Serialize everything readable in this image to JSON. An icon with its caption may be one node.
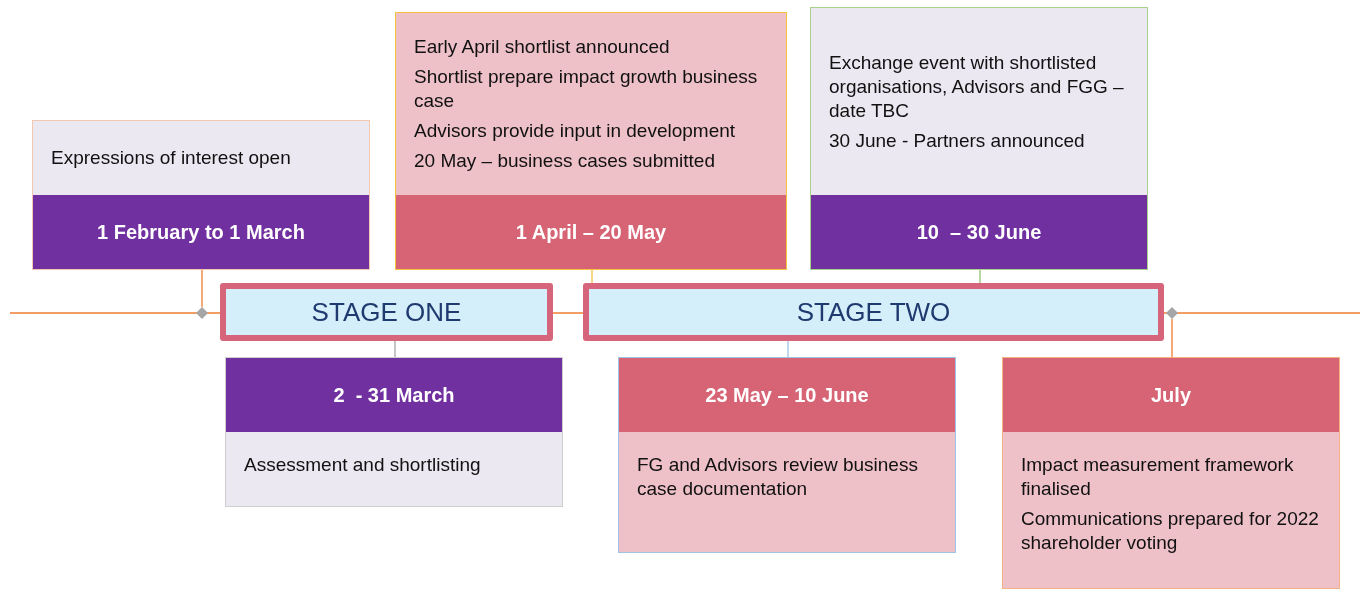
{
  "diagram": {
    "nodes": [
      {
        "text": [
          "Expressions of interest open",
          "1 February to 1 March"
        ]
      },
      {
        "text": [
          "Early April shortlist announced",
          "Shortlist prepare impact growth business case",
          "Advisors provide input in development",
          "20 May – business cases submitted",
          "1 April – 20 May"
        ]
      },
      {
        "text": [
          "Exchange event with shortlisted organisations, Advisors and FGG – date TBC",
          "30 June - Partners announced",
          "10  – 30 June"
        ]
      },
      {
        "text": [
          "STAGE ONE"
        ]
      },
      {
        "text": [
          "STAGE TWO"
        ]
      },
      {
        "text": [
          "2  - 31 March",
          "Assessment and shortlisting"
        ]
      },
      {
        "text": [
          "23 May – 10 June",
          "FG and Advisors review business case documentation"
        ]
      },
      {
        "text": [
          "July",
          "Impact measurement framework finalised",
          "Communications prepared for 2022 shareholder voting"
        ]
      },
      {
        "text": [],
        "shape": "diamond"
      },
      {
        "text": [],
        "shape": "diamond"
      }
    ],
    "edges": [
      {
        "from": 0,
        "to": 8,
        "arrow": "none",
        "color": "#ed7d31"
      },
      {
        "from": 1,
        "to": 4,
        "arrow": "none",
        "color": "#f5c242"
      },
      {
        "from": 2,
        "to": 4,
        "arrow": "none",
        "color": "#8fbf6f"
      },
      {
        "from": 5,
        "to": 3,
        "arrow": "none",
        "color": "#a6a6a6"
      },
      {
        "from": 6,
        "to": 4,
        "arrow": "none",
        "color": "#9dc3e6"
      },
      {
        "from": 7,
        "to": 9,
        "arrow": "none",
        "color": "#ed7d31"
      }
    ]
  }
}
